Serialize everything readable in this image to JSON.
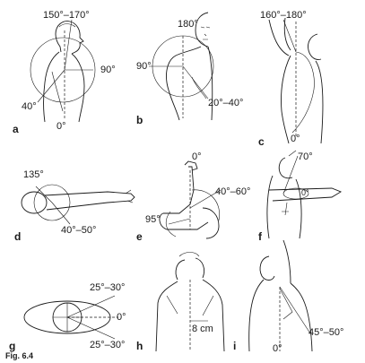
{
  "figure": {
    "caption_fragment": "Fig. 6.4",
    "panels": [
      {
        "letter": "a",
        "angles": [
          "150°–170°",
          "90°",
          "40°",
          "0°"
        ]
      },
      {
        "letter": "b",
        "angles": [
          "180°",
          "90°",
          "20°–40°"
        ]
      },
      {
        "letter": "c",
        "angles": [
          "160°–180°",
          "0°"
        ]
      },
      {
        "letter": "d",
        "angles": [
          "135°",
          "40°–50°"
        ]
      },
      {
        "letter": "e",
        "angles": [
          "0°",
          "40°–60°",
          "95°"
        ]
      },
      {
        "letter": "f",
        "angles": [
          "70°",
          "0°"
        ]
      },
      {
        "letter": "g",
        "angles": [
          "25°–30°",
          "0°",
          "25°–30°"
        ]
      },
      {
        "letter": "h",
        "angles": [
          "8 cm"
        ]
      },
      {
        "letter": "i",
        "angles": [
          "45°–50°",
          "0°"
        ]
      }
    ]
  }
}
